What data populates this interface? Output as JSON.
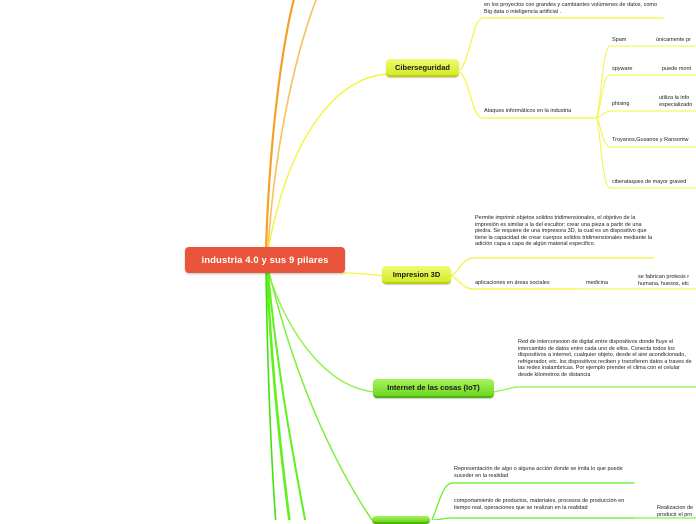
{
  "colors": {
    "central_fill": "#e8553a",
    "branch_yellow": "#f2f53c",
    "branch_green": "#5ef11b",
    "branch_orange": "#f4a12a"
  },
  "central": {
    "label": "industria 4.0 y sus 9 pilares"
  },
  "top_fragment": {
    "text": "en los proyectos con grandes y cambiantes volúmenes de datos, como Big data o inteligencia artificial ."
  },
  "branches": {
    "ciberseguridad": {
      "label": "Ciberseguridad",
      "ataques": "Ataques informáticos en la industria",
      "items": [
        {
          "label": "Spam",
          "detail": "únicamente pr"
        },
        {
          "label": "spyware",
          "detail": "puede mont"
        },
        {
          "label": "phising",
          "detail": "utiliza la info especializado"
        },
        {
          "label": "Troyanos,Gusanos y Ransomw",
          "detail": ""
        },
        {
          "label": "ciberataques de mayor graved",
          "detail": ""
        }
      ]
    },
    "impresion3d": {
      "label": "Impresion 3D",
      "description": "Permite imprimir objetos solidos tridimensionales, el objetivo de la impresión es similar a la del escultor: crear una pieza a partir de una piedra. Se requiere de una impresora 3D, la cual es un dispositivo que tiene la capacidad de crear cuerpos solidos tridimensionales mediante la adición capa a capa de algún material especifico.",
      "aplicaciones": "aplicaciones en áreas sociales",
      "medicina": "medicina",
      "medicina_detail": "se fabrican protesis r humana, huesos, etc"
    },
    "iot": {
      "label": "Internet de las cosas (IoT)",
      "description": "Red de interconexion de digital entre dispositivos donde fluye el intercambio de datos entre cada uno de ellos. Conecta todos los dispositivos a internet, cualquier objeto, desde el aire acondicionado, refrigerador, etc. los dispositivos reciben y transfieren datos a traves de las redes inalambricas. Por ejemplo prender el clima con el celular desde kilometros de distancia"
    },
    "simulacion": {
      "rep": "Representación de algo o alguna acción donde se imita lo que puede suceder en la realidad",
      "comp": "comportamiento de productos, materiales, procesos de producción en tiempo real, operaciones que se realizan en la realidad",
      "real": "Realizacion de producir el pro"
    }
  }
}
